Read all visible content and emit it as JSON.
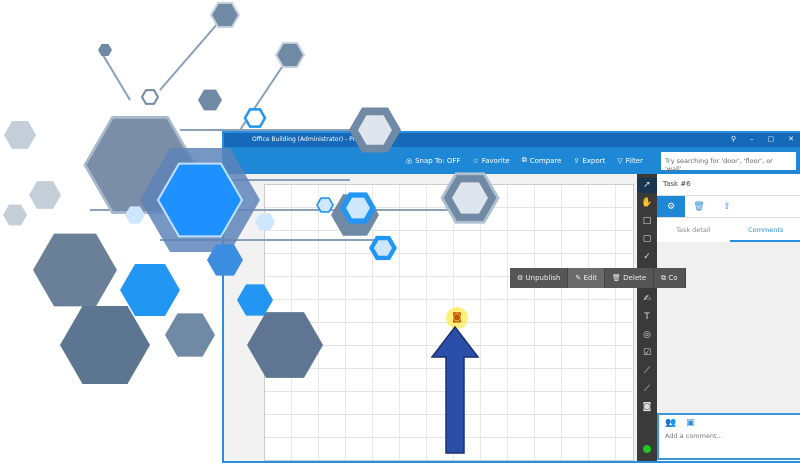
{
  "window": {
    "title": "Office Building (Administrator) - Planlifi",
    "controls": [
      "⚲",
      "–",
      "▢",
      "✕"
    ]
  },
  "toolbar": {
    "items": [
      {
        "icon": "snap-icon",
        "glyph": "◎",
        "label": "Snap To: OFF"
      },
      {
        "icon": "star-icon",
        "glyph": "☆",
        "label": "Favorite"
      },
      {
        "icon": "compare-icon",
        "glyph": "⧉",
        "label": "Compare"
      },
      {
        "icon": "export-icon",
        "glyph": "⇪",
        "label": "Export"
      },
      {
        "icon": "filter-icon",
        "glyph": "▽",
        "label": "Filter"
      }
    ],
    "search_placeholder": "Try searching for 'door', 'floor', or 'wall'..."
  },
  "context_menu": {
    "items": [
      {
        "glyph": "⚙",
        "label": "Unpublish"
      },
      {
        "glyph": "✎",
        "label": "Edit"
      },
      {
        "glyph": "🗑",
        "label": "Delete"
      },
      {
        "glyph": "⧉",
        "label": "Co"
      }
    ]
  },
  "tools": [
    {
      "name": "select",
      "glyph": "➚"
    },
    {
      "name": "pan",
      "glyph": "✋"
    },
    {
      "name": "rectangle",
      "glyph": "□"
    },
    {
      "name": "square",
      "glyph": "▢"
    },
    {
      "name": "pen",
      "glyph": "✓"
    },
    {
      "name": "highlighter",
      "glyph": "✍"
    },
    {
      "name": "text",
      "glyph": "T"
    },
    {
      "name": "shapes",
      "glyph": "◎"
    },
    {
      "name": "checklist",
      "glyph": "☑"
    },
    {
      "name": "measure",
      "glyph": "⟋"
    },
    {
      "name": "ruler",
      "glyph": "⟋"
    },
    {
      "name": "camera",
      "glyph": "◙"
    }
  ],
  "panel": {
    "title": "Task #6",
    "tabs": [
      "Task detail",
      "Comments"
    ],
    "comment_placeholder": "Add a comment..."
  },
  "colors": {
    "accent": "#1e88d6",
    "titlebar": "#1669b8",
    "arrow": "#2b4fa8",
    "hex_blue": "#2196f3",
    "hex_slate": "#7089a5"
  }
}
